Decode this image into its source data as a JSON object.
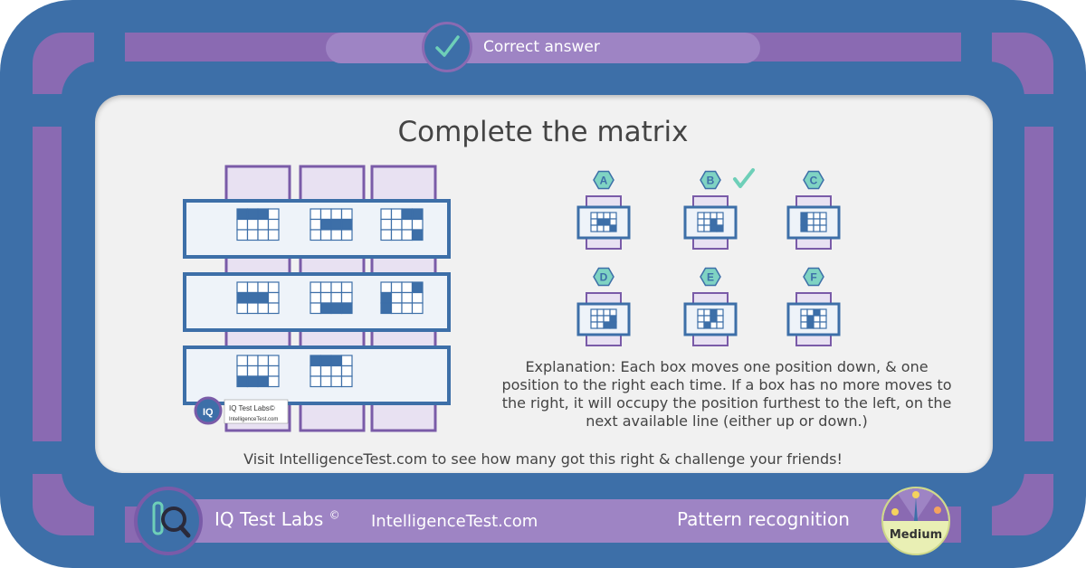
{
  "header": {
    "status_text": "Correct answer"
  },
  "puzzle": {
    "title": "Complete the matrix",
    "watermark_brand": "IQ Test Labs©",
    "watermark_site": "IntelligenceTest.com",
    "matrix": [
      [
        [
          0,
          1,
          2
        ],
        [
          5,
          6,
          7
        ],
        [
          2,
          3,
          11
        ]
      ],
      [
        [
          4,
          5,
          6
        ],
        [
          9,
          10,
          11
        ],
        [
          3,
          4,
          8
        ]
      ],
      [
        [
          8,
          9,
          10
        ],
        [
          0,
          1,
          2
        ]
      ]
    ],
    "options": [
      {
        "label": "A",
        "cells": [
          5,
          6,
          11
        ],
        "correct": false
      },
      {
        "label": "B",
        "cells": [
          6,
          10,
          11
        ],
        "correct": true
      },
      {
        "label": "C",
        "cells": [
          0,
          4,
          8
        ],
        "correct": false
      },
      {
        "label": "D",
        "cells": [
          7,
          10,
          11
        ],
        "correct": false
      },
      {
        "label": "E",
        "cells": [
          2,
          6,
          9
        ],
        "correct": false
      },
      {
        "label": "F",
        "cells": [
          2,
          5,
          9
        ],
        "correct": false
      }
    ],
    "explanation": "Explanation: Each box moves one position down, & one position to the right each time. If a box has no more moves to the right, it will occupy the position furthest to the left, on the next available line (either up or down.)",
    "visit_text": "Visit IntelligenceTest.com to see how many got this right & challenge your friends!"
  },
  "footer": {
    "brand": "IQ Test Labs",
    "copyright_mark": "©",
    "site": "IntelligenceTest.com",
    "category": "Pattern recognition",
    "difficulty": "Medium"
  },
  "colors": {
    "frame_blue": "#3d6fa8",
    "frame_purple": "#8a6ab2",
    "accent_purple_light": "#9e84c4",
    "correct_teal": "#6ecfb8",
    "badge_teal": "#7fd3c3",
    "card_bg": "#f1f1f1"
  },
  "icons": {
    "header": "check-icon",
    "footer_logo": "iq-magnifier-logo-icon",
    "gauge": "difficulty-gauge-icon"
  }
}
